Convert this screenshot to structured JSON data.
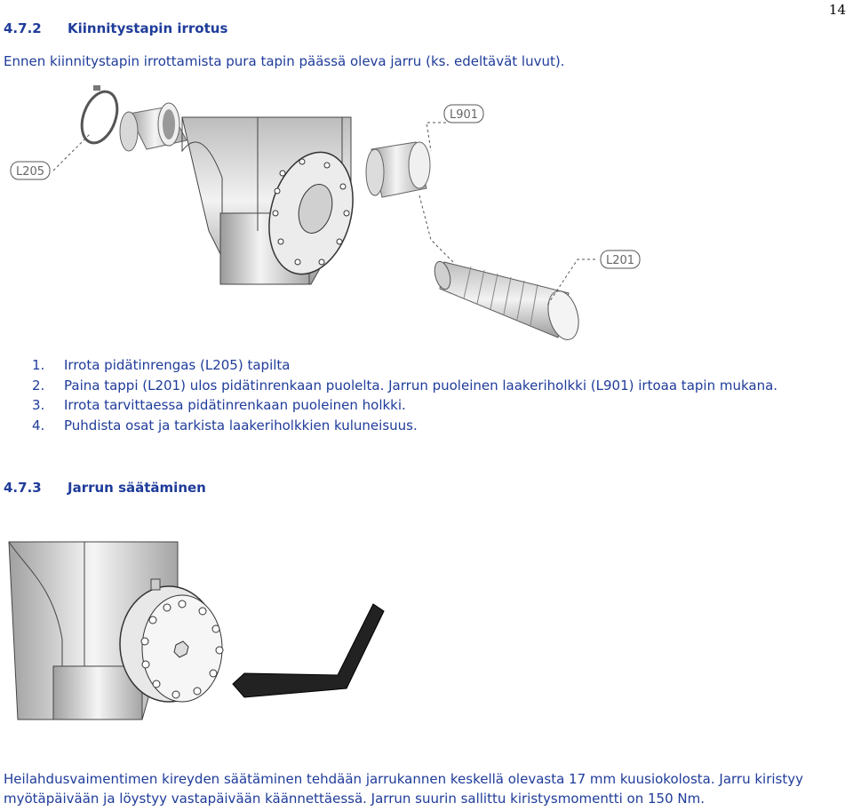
{
  "page_number": "14",
  "section1": {
    "number": "4.7.2",
    "title": "Kiinnitystapin irrotus",
    "intro": "Ennen kiinnitystapin irrottamista pura tapin päässä oleva jarru (ks. edeltävät luvut)."
  },
  "figure1": {
    "labels": {
      "l205": "L205",
      "l901": "L901",
      "l201": "L201"
    }
  },
  "steps": [
    {
      "n": "1.",
      "text": "Irrota pidätinrengas (L205) tapilta"
    },
    {
      "n": "2.",
      "text": "Paina tappi (L201) ulos pidätinrenkaan puolelta. Jarrun puoleinen laakeriholkki (L901) irtoaa tapin mukana."
    },
    {
      "n": "3.",
      "text": "Irrota tarvittaessa pidätinrenkaan puoleinen holkki."
    },
    {
      "n": "4.",
      "text": "Puhdista osat ja tarkista laakeriholkkien kuluneisuus."
    }
  ],
  "section2": {
    "number": "4.7.3",
    "title": "Jarrun säätäminen"
  },
  "paragraph": "Heilahdusvaimentimen kireyden säätäminen tehdään jarrukannen keskellä olevasta 17 mm kuusiokolosta. Jarru kiristyy myötäpäivään ja löystyy vastapäivään käännettäessä. Jarrun suurin sallittu kiristysmomentti on 150 Nm."
}
